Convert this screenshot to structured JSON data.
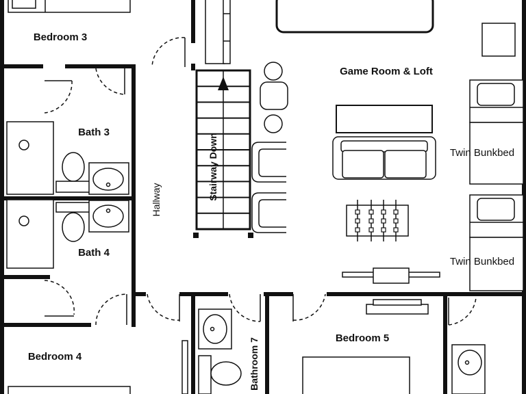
{
  "rooms": {
    "bedroom_3": "Bedroom 3",
    "bath_3": "Bath 3",
    "bath_4": "Bath 4",
    "bedroom_4": "Bedroom 4",
    "hallway": "Hallway",
    "stairway": "Stairway Down",
    "game_room": "Game Room & Loft",
    "bunk_1": "Twin Bunkbed",
    "bunk_2": "Twin Bunkbed",
    "bedroom_5": "Bedroom 5",
    "bathroom_7": "Bathroom 7"
  }
}
